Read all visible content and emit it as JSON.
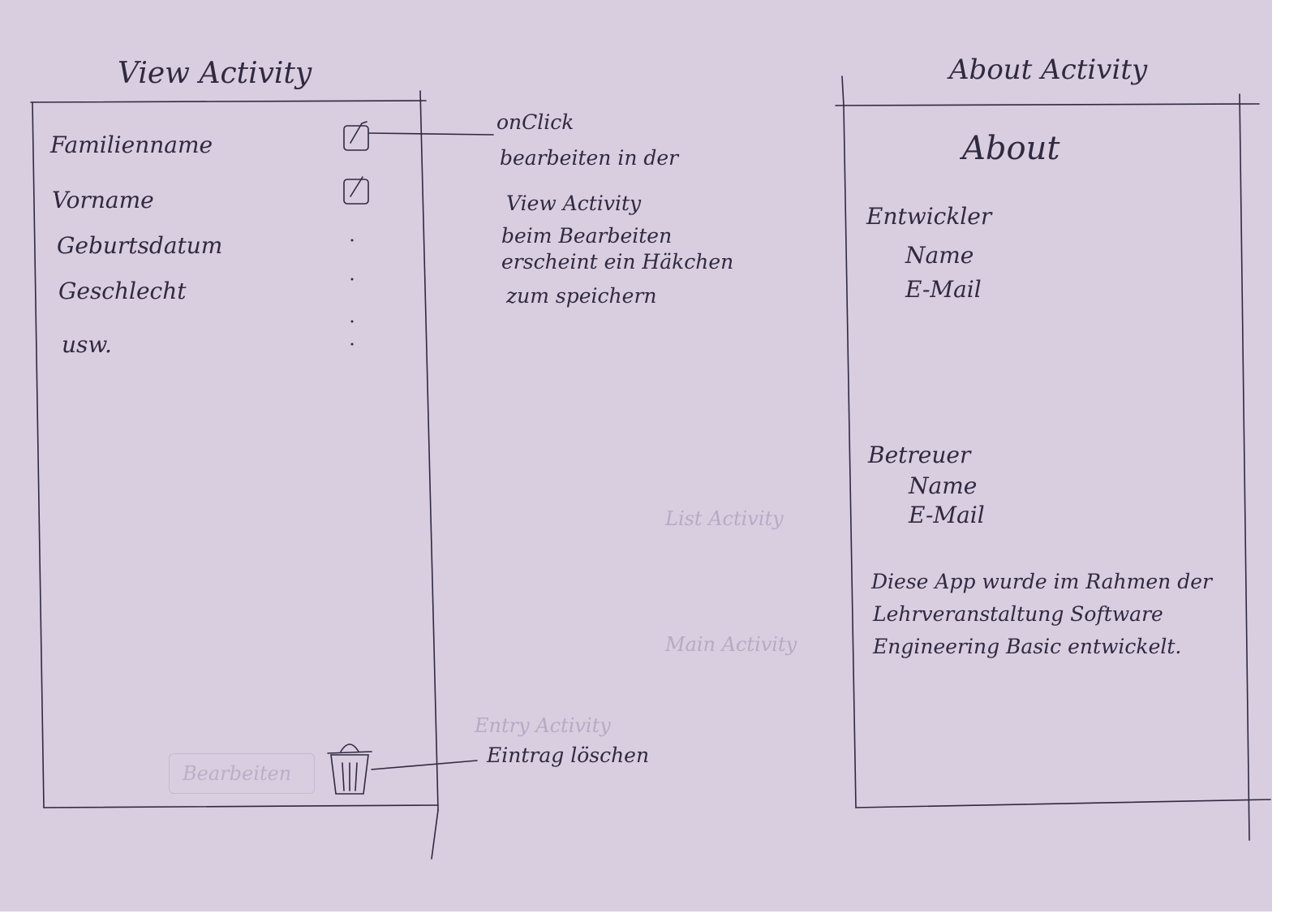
{
  "view_activity": {
    "title": "View Activity",
    "fields": [
      {
        "label": "Familienname",
        "edit_icon": "edit-checkbox-icon"
      },
      {
        "label": "Vorname",
        "edit_icon": "edit-checkbox-icon"
      },
      {
        "label": "Geburtsdatum"
      },
      {
        "label": "Geschlecht"
      },
      {
        "label": "usw."
      }
    ],
    "ghost_button": "Bearbeiten",
    "delete_icon": "trash-can-icon"
  },
  "annotations": {
    "edit_note": [
      "onClick",
      "bearbeiten in der",
      "View Activity",
      "beim Bearbeiten",
      "erscheint ein Häkchen",
      "zum speichern"
    ],
    "delete_note": "Eintrag löschen"
  },
  "about_activity": {
    "title": "About Activity",
    "heading": "About",
    "developer": {
      "label": "Entwickler",
      "name": "Name",
      "email": "E-Mail"
    },
    "supervisor": {
      "label": "Betreuer",
      "name": "Name",
      "email": "E-Mail"
    },
    "description": [
      "Diese App wurde im Rahmen der",
      "Lehrveranstaltung Software",
      "Engineering Basic entwickelt."
    ]
  }
}
